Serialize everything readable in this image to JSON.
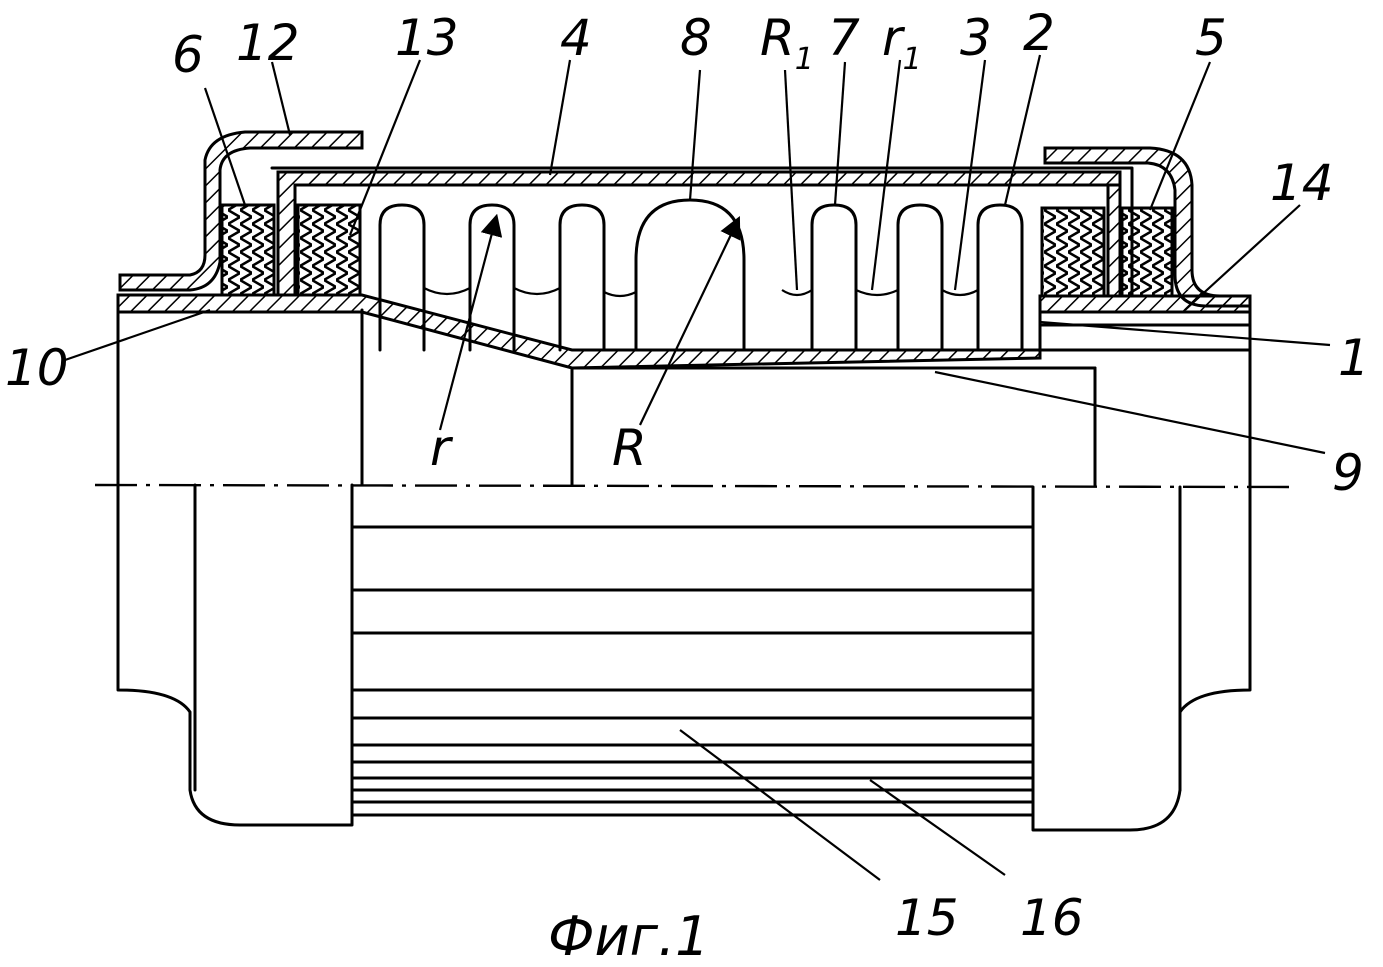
{
  "labels": {
    "n6": "6",
    "n12": "12",
    "n13": "13",
    "n4": "4",
    "n8": "8",
    "R1_main": "R",
    "R1_sub": "1",
    "n7": "7",
    "r1_main": "r",
    "r1_sub": "1",
    "n3": "3",
    "n2": "2",
    "n5": "5",
    "n14": "14",
    "n10": "10",
    "n1": "1",
    "r": "r",
    "R": "R",
    "n9": "9",
    "n15": "15",
    "n16": "16"
  },
  "caption": "Фиг.1"
}
